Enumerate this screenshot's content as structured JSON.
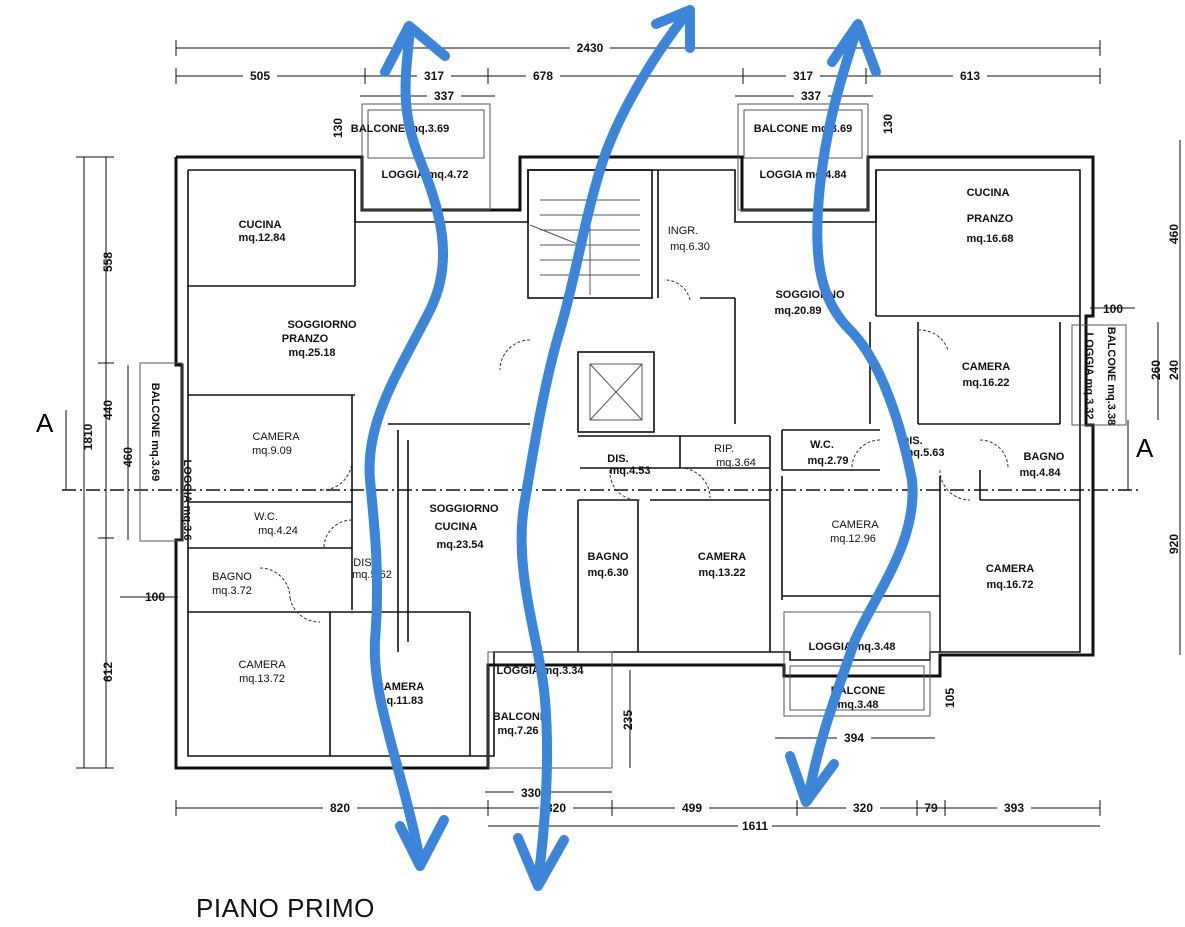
{
  "title": "PIANO PRIMO",
  "section_marker": "A",
  "dimensions_top": {
    "total": "2430",
    "segments": [
      "505",
      "317",
      "678",
      "317",
      "613"
    ],
    "balcony_widths": [
      "337",
      "337"
    ],
    "balcony_depths": [
      "130",
      "130"
    ]
  },
  "dimensions_bottom": {
    "segments": [
      "820",
      "320",
      "499",
      "320",
      "79",
      "393"
    ],
    "sub": "1611",
    "balcony_width": "330",
    "balcony_depth": "235",
    "right_balcony": "394",
    "right_balcony_depth": "105"
  },
  "dimensions_left": {
    "total": "1810",
    "segments": [
      "558",
      "440",
      "612"
    ],
    "balcony": "460",
    "offset": "100"
  },
  "dimensions_right": {
    "segments": [
      "460",
      "240",
      "920"
    ],
    "balcony": "260",
    "offset": "100"
  },
  "rooms": {
    "loggia_tl": "LOGGIA mq.4.72",
    "balcone_tl": "BALCONE mq.3.69",
    "cucina_tl": "CUCINA",
    "cucina_tl_area": "mq.12.84",
    "soggiorno_l": "SOGGIORNO",
    "soggiorno_l_2": "PRANZO",
    "soggiorno_l_area": "mq.25.18",
    "camera_l1": "CAMERA",
    "camera_l1_area": "mq.9.09",
    "wc_l": "W.C.",
    "wc_l_area": "mq.4.24",
    "bagno_l": "BAGNO",
    "bagno_l_area": "mq.3.72",
    "camera_l2": "CAMERA",
    "camera_l2_area": "mq.13.72",
    "camera_l3": "CAMERA",
    "camera_l3_area": "mq.11.83",
    "dis_l": "DIS.",
    "dis_l_area": "mq.5.62",
    "balcone_left": "BALCONE mq.3.69",
    "loggia_left": "LOGGIA mq.3.6",
    "soggiorno_c": "SOGGIORNO",
    "soggiorno_c_2": "CUCINA",
    "soggiorno_c_area": "mq.23.54",
    "loggia_c": "LOGGIA mq.3.34",
    "balcone_c": "BALCONE",
    "balcone_c_area": "mq.7.26",
    "ingr": "INGR.",
    "ingr_area": "mq.6.30",
    "dis_c": "DIS.",
    "dis_c_area": "mq.4.53",
    "rip": "RIP.",
    "rip_area": "mq.3.64",
    "bagno_c": "BAGNO",
    "bagno_c_area": "mq.6.30",
    "camera_c": "CAMERA",
    "camera_c_area": "mq.13.22",
    "balcone_tr": "BALCONE mq.3.69",
    "loggia_tr": "LOGGIA mq.4.84",
    "cucina_tr": "CUCINA",
    "cucina_tr_2": "PRANZO",
    "cucina_tr_area": "mq.16.68",
    "soggiorno_r": "SOGGIORNO",
    "soggiorno_r_area": "mq.20.89",
    "camera_r1": "CAMERA",
    "camera_r1_area": "mq.16.22",
    "wc_r": "W.C.",
    "wc_r_area": "mq.2.79",
    "dis_r": "DIS.",
    "dis_r_area": "mq.5.63",
    "bagno_r": "BAGNO",
    "bagno_r_area": "mq.4.84",
    "camera_r2": "CAMERA",
    "camera_r2_area": "mq.12.96",
    "camera_r3": "CAMERA",
    "camera_r3_area": "mq.16.72",
    "loggia_br": "LOGGIA mq.3.48",
    "balcone_br": "BALCONE",
    "balcone_br_area": "mq.3.48",
    "balcone_right": "BALCONE mq.3.38",
    "loggia_right": "LOGGIA mq.3.32"
  },
  "colors": {
    "arrow": "#3d85d8",
    "walls": "#111111",
    "background": "#ffffff"
  },
  "annotation": "three blue double-headed wavy arrows across the plan"
}
